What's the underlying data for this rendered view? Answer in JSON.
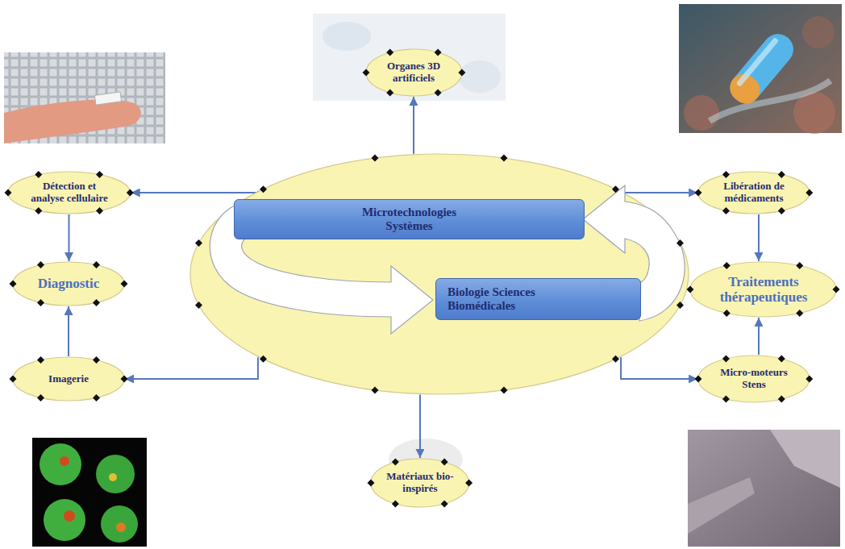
{
  "diagram": {
    "nodes": [
      {
        "text": [
          "Organes 3D artificiels"
        ]
      },
      {
        "text": [
          "Détection et analyse cellulaire"
        ]
      },
      {
        "text": [
          "Libération de médicaments"
        ]
      },
      {
        "text": [
          "Diagnostic"
        ]
      },
      {
        "text": []
      },
      {
        "text": [
          "Microtechnologies Systèmes"
        ],
        "in": 4
      },
      {
        "text": [
          "Biologie Sciences Biomédicales"
        ],
        "in": 4
      },
      {
        "text": [
          "Traitements thérapeutiques"
        ]
      },
      {
        "text": [
          "Imagerie"
        ]
      },
      {
        "text": [
          "Micro-moteurs Stens"
        ]
      },
      {
        "text": [
          "Matériaux bio-inspirés"
        ]
      }
    ],
    "edges": [
      {
        "from": 4,
        "to": 0,
        "arrow": "to"
      },
      {
        "from": 4,
        "to": 1,
        "arrow": "to"
      },
      {
        "from": 4,
        "to": 8,
        "arrow": "to"
      },
      {
        "from": 4,
        "to": 2,
        "arrow": "to"
      },
      {
        "from": 4,
        "to": 9,
        "arrow": "to"
      },
      {
        "from": 4,
        "to": 10,
        "arrow": "to"
      },
      {
        "from": 1,
        "to": 3,
        "arrow": "to"
      },
      {
        "from": 8,
        "to": 3,
        "arrow": "to"
      },
      {
        "from": 2,
        "to": 7,
        "arrow": "to"
      },
      {
        "from": 9,
        "to": 7,
        "arrow": "to"
      }
    ]
  }
}
